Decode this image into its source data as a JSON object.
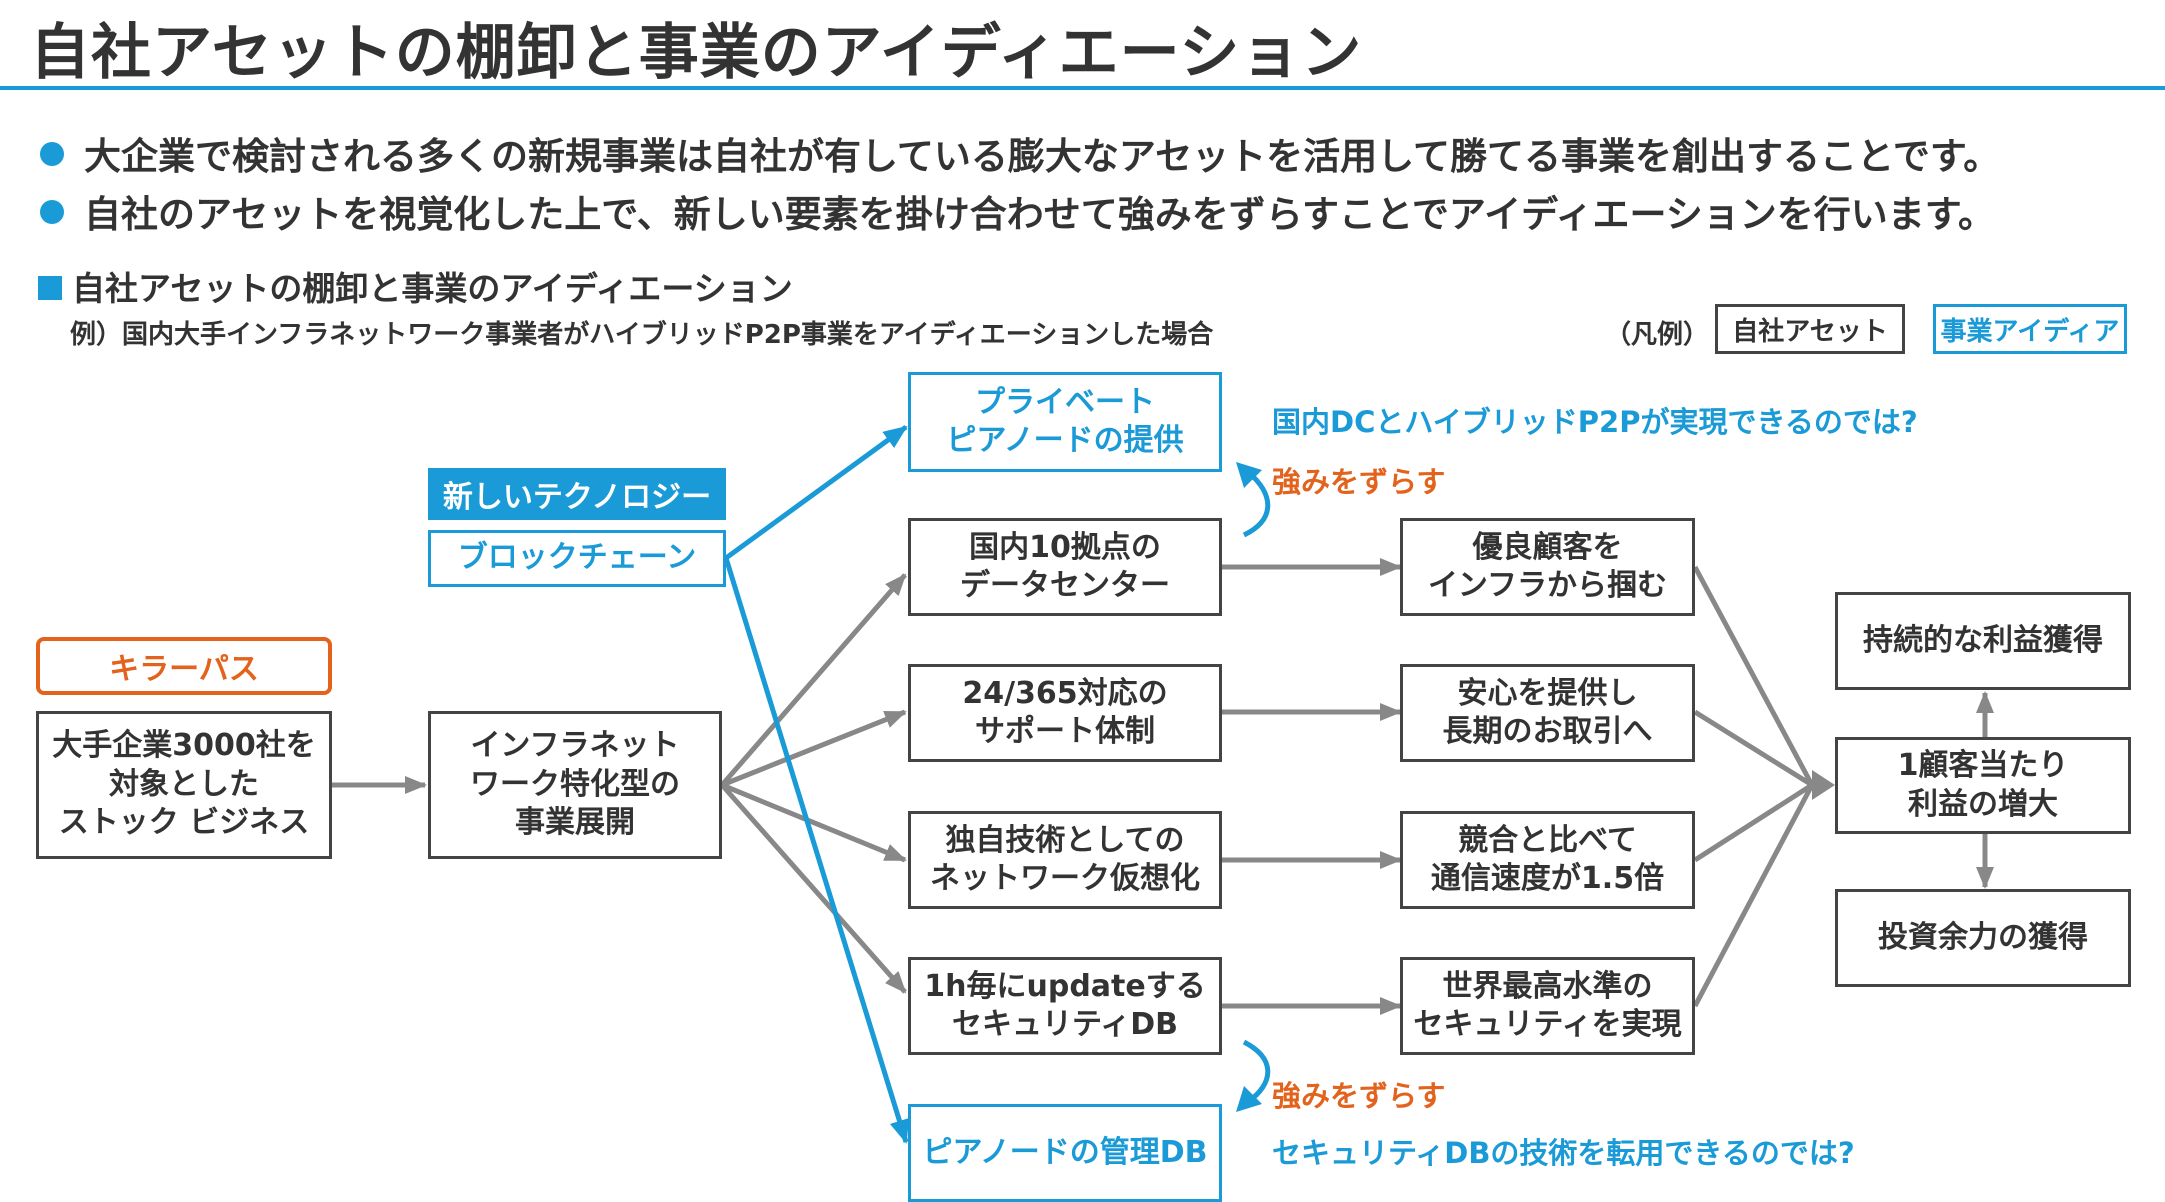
{
  "header": {
    "title": "自社アセットの棚卸と事業のアイディエーション"
  },
  "bullets": [
    "大企業で検討される多くの新規事業は自社が有している膨大なアセットを活用して勝てる事業を創出することです。",
    "自社のアセットを視覚化した上で、新しい要素を掛け合わせて強みをずらすことでアイディエーションを行います。"
  ],
  "section": {
    "heading": "自社アセットの棚卸と事業のアイディエーション",
    "example": "例）国内大手インフラネットワーク事業者がハイブリッドP2P事業をアイディエーションした場合"
  },
  "legend": {
    "label": "（凡例）",
    "asset": "自社アセット",
    "idea": "事業アイディア"
  },
  "colors": {
    "accent_blue": "#1a9ad6",
    "accent_orange": "#e3621c",
    "arrow_gray": "#888888",
    "box_border": "#444444"
  },
  "tags": {
    "killer_path": "キラーパス",
    "new_tech": "新しいテクノロジー"
  },
  "boxes": {
    "stock_business": "大手企業3000社を\n対象とした\nストック ビジネス",
    "infra_network": "インフラネット\nワーク特化型の\n事業展開",
    "blockchain": "ブロックチェーン",
    "private_peer": "プライベート\nピアノードの提供",
    "datacenter": "国内10拠点の\nデータセンター",
    "support": "24/365対応の\nサポート体制",
    "network_virt": "独自技術としての\nネットワーク仮想化",
    "security_db": "1h毎にupdateする\nセキュリティDB",
    "peer_mgmt": "ピアノードの管理DB",
    "good_customers": "優良顧客を\nインフラから掴む",
    "long_term": "安心を提供し\n長期のお取引へ",
    "speed": "競合と比べて\n通信速度が1.5倍",
    "world_security": "世界最高水準の\nセキュリティを実現",
    "sustained_profit": "持続的な利益獲得",
    "profit_growth": "1顧客当たり\n利益の増大",
    "investment": "投資余力の獲得"
  },
  "annotations": {
    "idea_top": "国内DCとハイブリッドP2Pが実現できるのでは?",
    "shift_top": "強みをずらす",
    "shift_bottom": "強みをずらす",
    "idea_bottom": "セキュリティDBの技術を転用できるのでは?"
  }
}
